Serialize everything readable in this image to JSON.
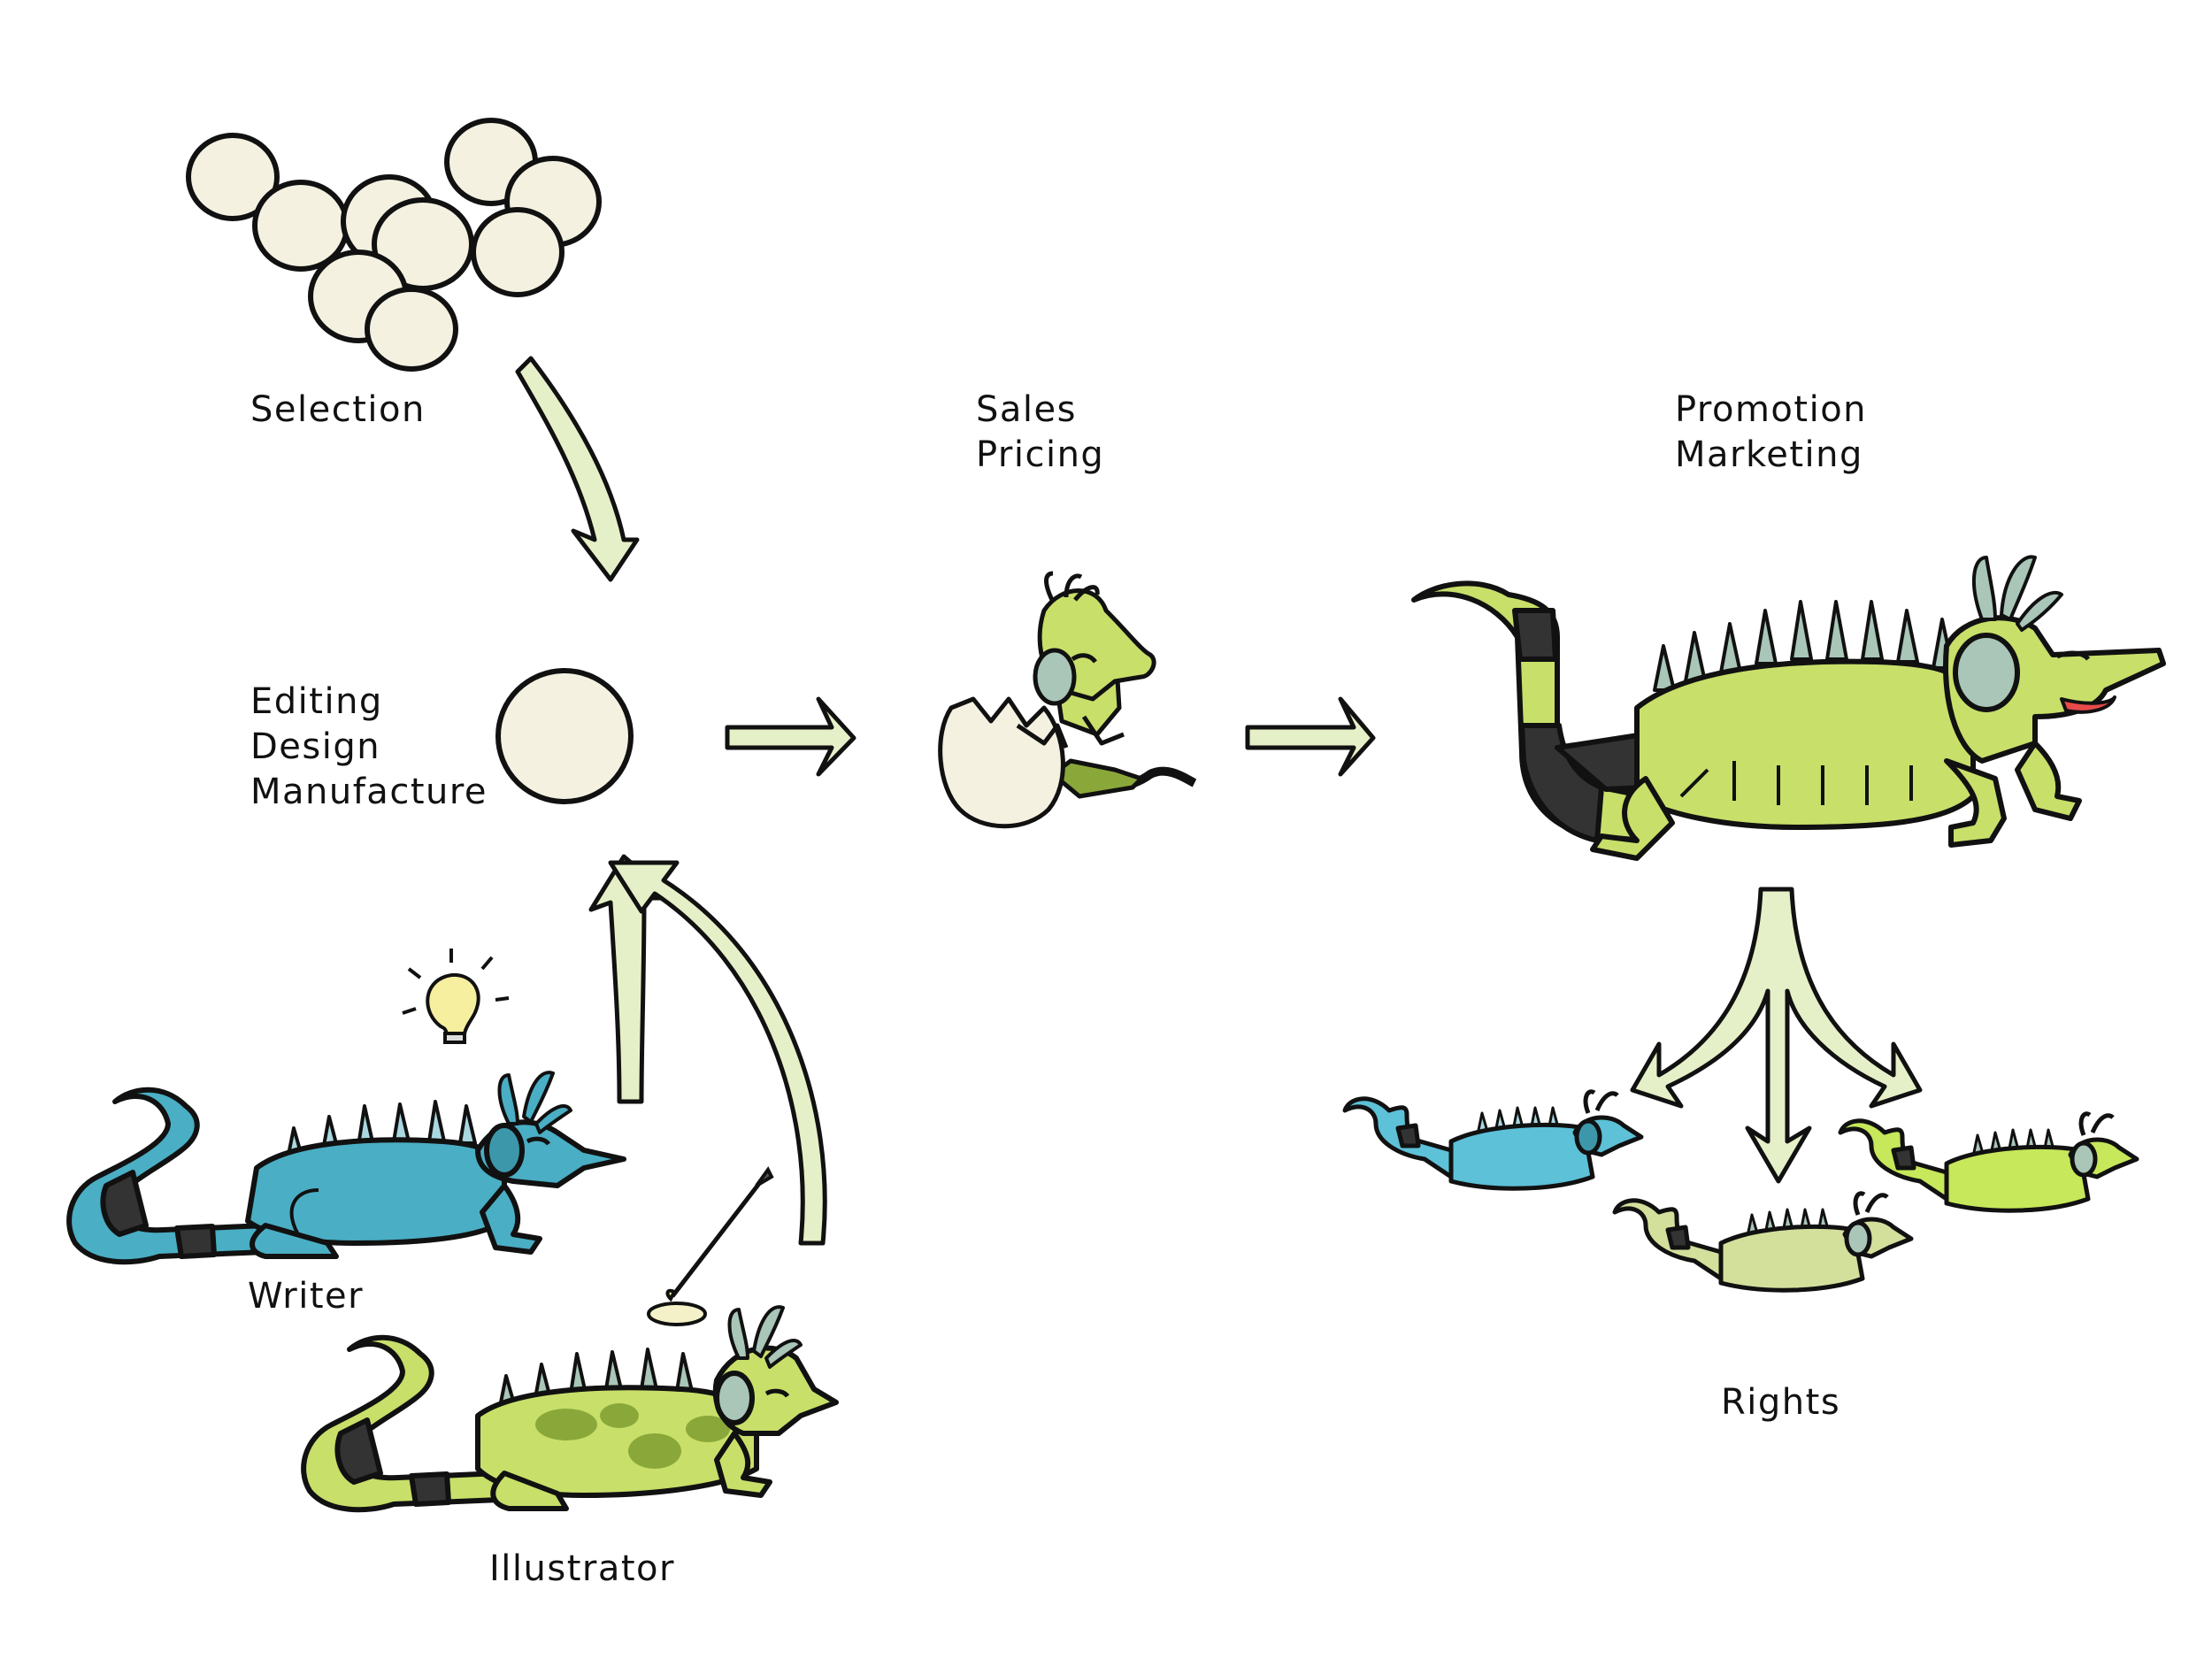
{
  "stages": {
    "selection": {
      "lines": [
        "Selection"
      ]
    },
    "editing": {
      "lines": [
        "Editing",
        "Design",
        "Manufacture"
      ]
    },
    "sales": {
      "lines": [
        "Sales",
        "Pricing"
      ]
    },
    "promotion": {
      "lines": [
        "Promotion",
        "Marketing"
      ]
    },
    "rights": {
      "lines": [
        "Rights"
      ]
    },
    "writer": {
      "lines": [
        "Writer"
      ]
    },
    "illustrator": {
      "lines": [
        "Illustrator"
      ]
    }
  },
  "icons": {
    "egg_cluster": "egg-cluster-icon",
    "single_egg": "egg-icon",
    "hatchling": "hatching-iguana-icon",
    "adult": "adult-iguana-icon",
    "writer": "blue-iguana-icon",
    "illustrator": "camouflage-iguana-icon",
    "rights": "small-iguanas-icon",
    "lightbulb": "lightbulb-icon",
    "brush": "paintbrush-icon"
  },
  "colors": {
    "arrow_fill": "#e6f0c8",
    "iguana_green": "#c8df6a",
    "writer_blue": "#4aaec4",
    "egg": "#f4f1e1",
    "tail_dark": "#333333",
    "outline": "#111111"
  }
}
